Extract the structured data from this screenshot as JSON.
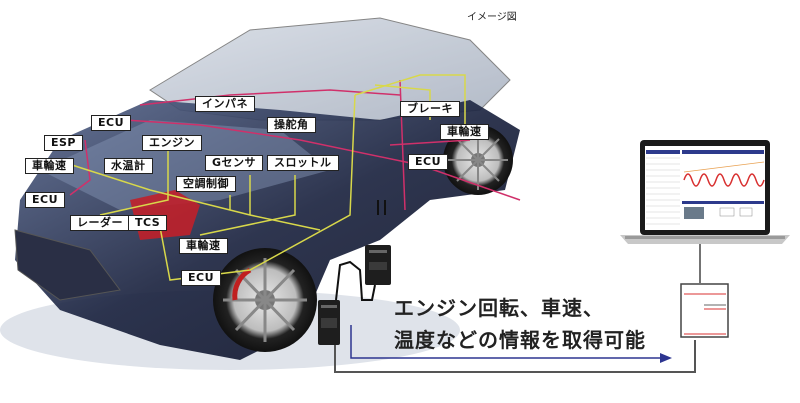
{
  "note": "イメージ図",
  "labels": {
    "ecu_top": "ECU",
    "esp": "ESP",
    "wheel_speed_front_left": "車輪速",
    "ecu_left": "ECU",
    "water_temp": "水温計",
    "engine": "エンジン",
    "instrument_panel": "インパネ",
    "steering_angle": "操舵角",
    "g_sensor": "Gセンサ",
    "throttle": "スロットル",
    "air_conditioning": "空調制御",
    "radar": "レーダー",
    "tcs": "TCS",
    "wheel_speed_front": "車輪速",
    "ecu_bottom": "ECU",
    "brake": "ブレーキ",
    "wheel_speed_rear": "車輪速",
    "ecu_rear": "ECU"
  },
  "message": {
    "line1": "エンジン回転、車速、",
    "line2": "温度などの情報を取得可能"
  },
  "colors": {
    "wire_yellow": "#d8d84a",
    "wire_pink": "#d0306a",
    "arrow_blue": "#2d3590",
    "car_body": "#1c2440",
    "chart_red": "#d83030",
    "chart_header": "#2d3a8c"
  }
}
